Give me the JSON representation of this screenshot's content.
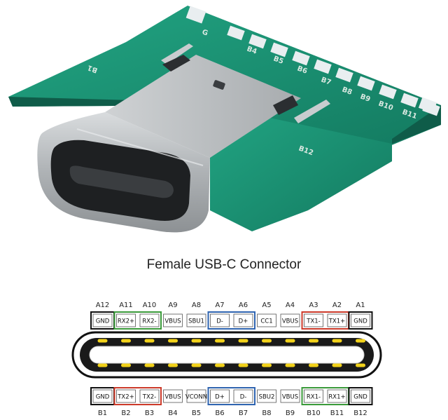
{
  "caption": "Female USB-C Connector",
  "colors": {
    "pcb": "#1a8f72",
    "pcb_dark": "#136a55",
    "pad": "#e9eef0",
    "metal": "#b9bcbf",
    "group_gnd": "#111111",
    "group_rx": "#3a9a3a",
    "group_usb2": "#2f64b0",
    "group_tx": "#cc3a2a",
    "contact": "#f2d21a"
  },
  "board_labels": {
    "b1": "B1",
    "b4": "B4",
    "b5": "B5",
    "b6": "B6",
    "b7": "B7",
    "b8": "B8",
    "b9": "B9",
    "b10": "B10",
    "b11": "B11",
    "b12": "B12",
    "g": "G"
  },
  "top_row": [
    {
      "pin": "A12",
      "signal": "GND",
      "group": "gnd"
    },
    {
      "pin": "A11",
      "signal": "RX2+",
      "group": "rx"
    },
    {
      "pin": "A10",
      "signal": "RX2-",
      "group": "rx"
    },
    {
      "pin": "A9",
      "signal": "VBUS",
      "group": "none"
    },
    {
      "pin": "A8",
      "signal": "SBU1",
      "group": "none"
    },
    {
      "pin": "A7",
      "signal": "D-",
      "group": "usb2"
    },
    {
      "pin": "A6",
      "signal": "D+",
      "group": "usb2"
    },
    {
      "pin": "A5",
      "signal": "CC1",
      "group": "none"
    },
    {
      "pin": "A4",
      "signal": "VBUS",
      "group": "none"
    },
    {
      "pin": "A3",
      "signal": "TX1-",
      "group": "tx"
    },
    {
      "pin": "A2",
      "signal": "TX1+",
      "group": "tx"
    },
    {
      "pin": "A1",
      "signal": "GND",
      "group": "gnd"
    }
  ],
  "bottom_row": [
    {
      "pin": "B1",
      "signal": "GND",
      "group": "gnd"
    },
    {
      "pin": "B2",
      "signal": "TX2+",
      "group": "tx"
    },
    {
      "pin": "B3",
      "signal": "TX2-",
      "group": "tx"
    },
    {
      "pin": "B4",
      "signal": "VBUS",
      "group": "none"
    },
    {
      "pin": "B5",
      "signal": "VCONN",
      "group": "none"
    },
    {
      "pin": "B6",
      "signal": "D+",
      "group": "usb2"
    },
    {
      "pin": "B7",
      "signal": "D-",
      "group": "usb2"
    },
    {
      "pin": "B8",
      "signal": "SBU2",
      "group": "none"
    },
    {
      "pin": "B9",
      "signal": "VBUS",
      "group": "none"
    },
    {
      "pin": "B10",
      "signal": "RX1-",
      "group": "rx"
    },
    {
      "pin": "B11",
      "signal": "RX1+",
      "group": "rx"
    },
    {
      "pin": "B12",
      "signal": "GND",
      "group": "gnd"
    }
  ]
}
